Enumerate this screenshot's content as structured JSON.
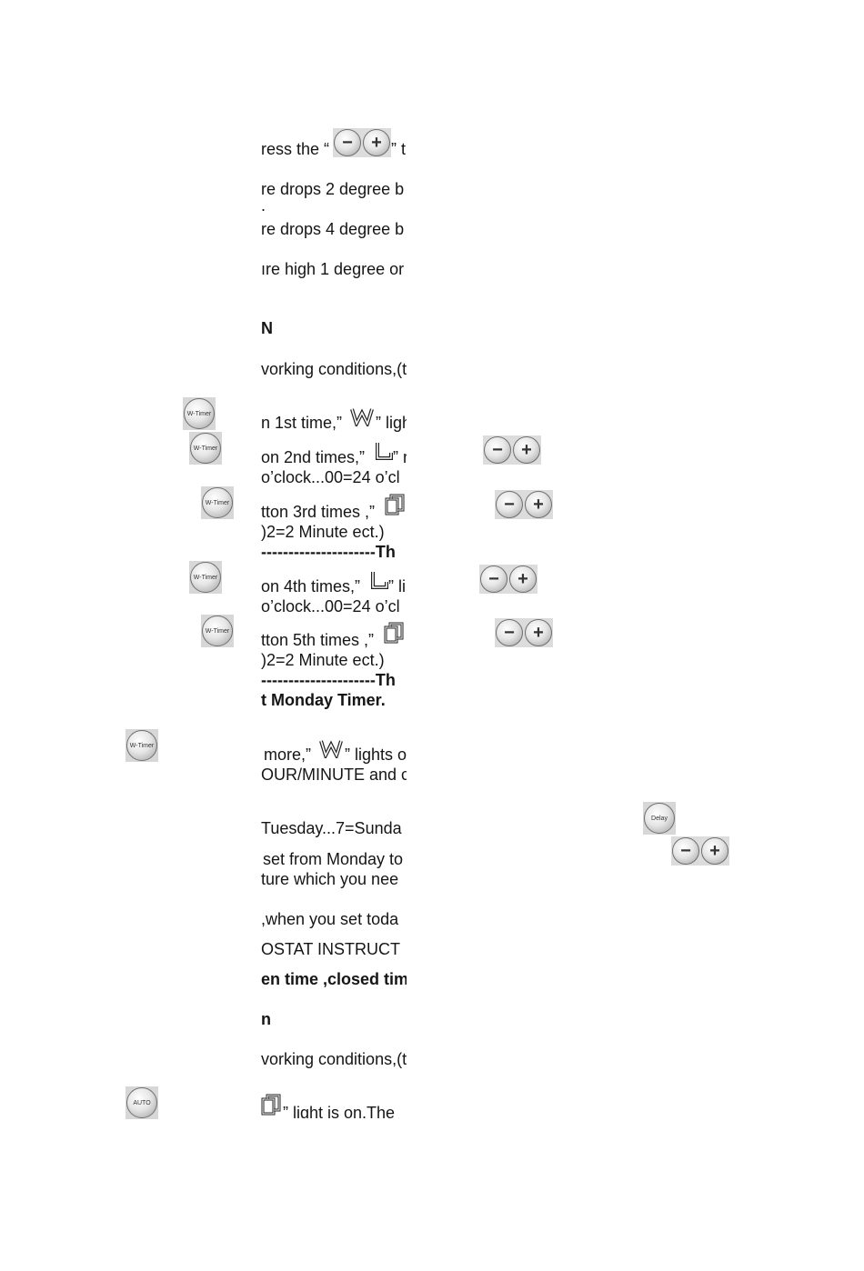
{
  "icons": {
    "w_timer_button": "w-timer-button-icon",
    "minus_plus_buttons": "minus-plus-buttons-icon",
    "week_indicator": "week-indicator-icon",
    "open_time_indicator": "open-time-indicator-icon",
    "closed_time_indicator": "closed-time-indicator-icon",
    "delay_button": "delay-button-icon",
    "auto_button": "auto-button-icon"
  },
  "button_labels": {
    "w_timer": "W-Timer",
    "minus": "−",
    "plus": "+",
    "delay": "Delay",
    "auto": "AUTO"
  },
  "lines": {
    "l01_a": "ress the “",
    "l01_b": "” t",
    "l02": "re drops 2 degree b",
    "l02_dot": ".",
    "l03": "re drops 4 degree b",
    "l04": "ıre high 1 degree or",
    "l05": "N",
    "l06": "vorking conditions,(t",
    "l07_a": "n 1st time,”",
    "l07_b": "” ligh",
    "l08_a": "on 2nd times,”",
    "l08_b": "” r",
    "l09": "o’clock...00=24 o’cl",
    "l10_a": "tton 3rd times ,”",
    "l11": ")2=2 Minute ect.)",
    "l12": "---------------------Th",
    "l13_a": "on 4th times,”",
    "l13_b": "” li",
    "l14": "o’clock...00=24 o’cl",
    "l15_a": "tton 5th times ,”",
    "l16": ")2=2 Minute ect.)",
    "l17": "---------------------Th",
    "l18": "t Monday Timer.",
    "l19_a": "more,”",
    "l19_b": "” lights o",
    "l20": "OUR/MINUTE and c",
    "l21": "Tuesday...7=Sunda",
    "l22": "set from Monday to",
    "l23": "ture which you nee",
    "l24": ",when you set toda",
    "l25": "OSTAT INSTRUCT",
    "l26": "en time ,closed tim",
    "l27": "n",
    "l28": "vorking conditions,(t",
    "l29_b": "” light is on.The"
  }
}
